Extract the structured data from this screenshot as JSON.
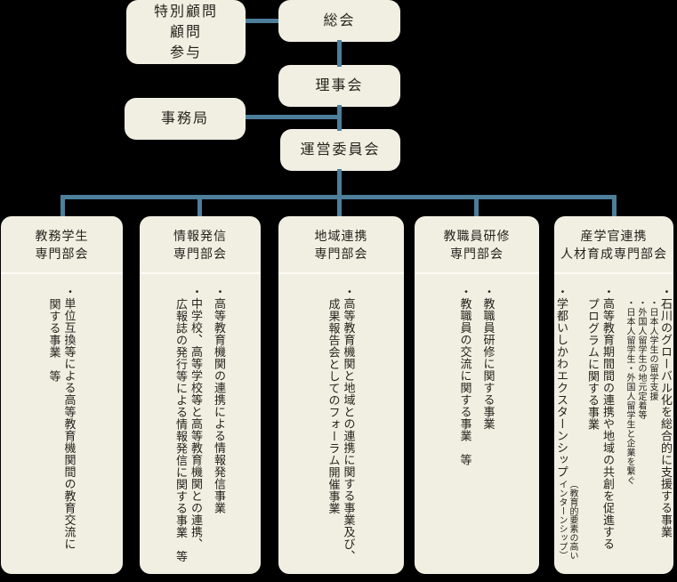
{
  "colors": {
    "background": "#000000",
    "box_fill": "#f1efe2",
    "connector": "#4d7e9a",
    "text": "#24241d",
    "divider": "#fdfdf6"
  },
  "org": {
    "advisors": {
      "lines": [
        "特別顧問",
        "顧問",
        "参与"
      ]
    },
    "general_meeting": "総会",
    "board": "理事会",
    "secretariat": "事務局",
    "steering": "運営委員会"
  },
  "committees": [
    {
      "title_lines": [
        "教務学生",
        "専門部会"
      ],
      "items": [
        {
          "text": "・単位互換等による高等教育機関間の教育交流に",
          "style": "normal"
        },
        {
          "text": "関する事業　等",
          "style": "normal",
          "indent": true
        }
      ]
    },
    {
      "title_lines": [
        "情報発信",
        "専門部会"
      ],
      "items": [
        {
          "text": "・高等教育機関の連携による情報発信事業",
          "style": "normal"
        },
        {
          "text": "・中学校、高等学校等と高等教育機関との連携、",
          "style": "normal",
          "gap": true
        },
        {
          "text": "広報誌の発行等による情報発信に関する事業　等",
          "style": "normal",
          "indent": true
        }
      ]
    },
    {
      "title_lines": [
        "地域連携",
        "専門部会"
      ],
      "items": [
        {
          "text": "・高等教育機関と地域との連携に関する事業及び、",
          "style": "normal"
        },
        {
          "text": "成果報告会としてのフォーラム開催事業",
          "style": "normal",
          "indent": true
        }
      ]
    },
    {
      "title_lines": [
        "教職員研修",
        "専門部会"
      ],
      "items": [
        {
          "text": "・教職員研修に関する事業",
          "style": "normal"
        },
        {
          "text": "・教職員の交流に関する事業　等",
          "style": "normal",
          "gap": true
        }
      ]
    },
    {
      "title_lines": [
        "産学官連携",
        "人材育成専門部会"
      ],
      "items": [
        {
          "text": "・石川のグローバル化を総合的に支援する事業",
          "style": "normal"
        },
        {
          "text": "・日本人学生の留学支援",
          "style": "small"
        },
        {
          "text": "・外国人留学生の地元定着等",
          "style": "small"
        },
        {
          "text": "・日本人留学生・外国人留学生と企業を繋ぐ",
          "style": "small"
        },
        {
          "text": "・高等教育期間間の連携や地域の共創を促進する",
          "style": "normal",
          "gap": true
        },
        {
          "text": "プログラムに関する事業",
          "style": "normal",
          "indent": true
        },
        {
          "text": "・学都いしかわエクスターンシップ",
          "style": "normal",
          "gap": true,
          "note": [
            "（教育的要素の高い",
            "インターンシップ）"
          ]
        }
      ]
    }
  ]
}
